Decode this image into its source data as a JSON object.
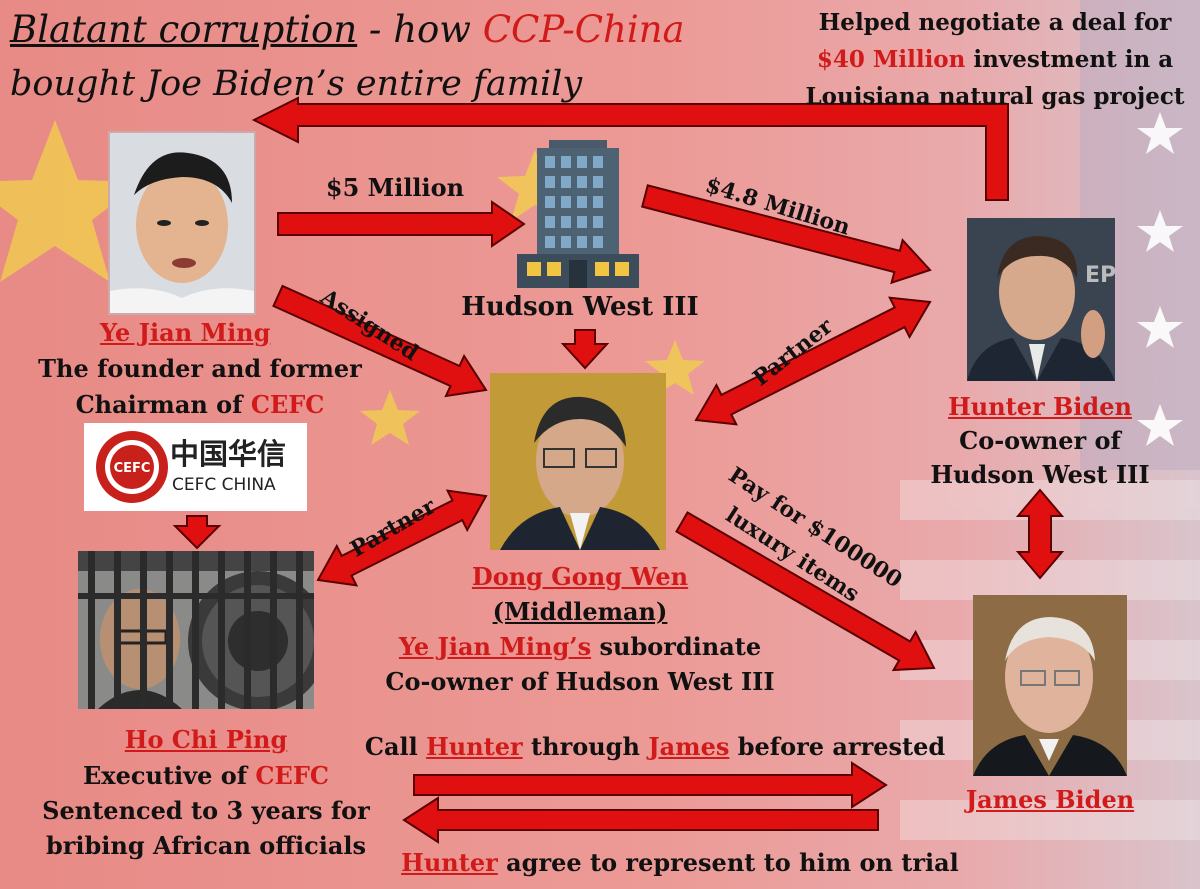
{
  "title": {
    "part1": "Blatant corruption",
    "part2": " - how ",
    "part3": "CCP-China",
    "line2": "bought Joe Biden’s entire family"
  },
  "top_right": {
    "line1": "Helped negotiate a deal for",
    "amount": "$40 Million",
    "line2_rest": " investment in a",
    "line3": "Louisiana natural gas project"
  },
  "edges": {
    "five_million": "$5 Million",
    "four_eight_million": "$4.8 Million",
    "assigned": "Assigned",
    "partner_hunter": "Partner",
    "partner_ho": "Partner",
    "pay_line1": "Pay for $100000",
    "pay_line2": "luxury items"
  },
  "hudson": {
    "label": "Hudson West III"
  },
  "ye": {
    "name": "Ye Jian Ming",
    "desc1": "The founder and former",
    "desc2_pre": "Chairman of ",
    "desc2_red": "CEFC"
  },
  "cefc_logo": {
    "cn": "中国华信",
    "en": "CEFC CHINA",
    "badge": "CEFC"
  },
  "dong": {
    "name": "Dong Gong Wen",
    "role": "(Middleman)",
    "sub_name": "Ye Jian Ming’s",
    "sub_rest": " subordinate",
    "co": "Co-owner of Hudson West III"
  },
  "hunter": {
    "name": "Hunter Biden",
    "desc1": "Co-owner of",
    "desc2": "Hudson West III"
  },
  "ho": {
    "name": "Ho Chi Ping",
    "desc1_pre": "Executive of ",
    "desc1_red": "CEFC",
    "desc2": "Sentenced to 3 years for",
    "desc3": "bribing African officials"
  },
  "james": {
    "name": "James Biden"
  },
  "bottom": {
    "call_1": "Call ",
    "call_hunter": "Hunter",
    "call_2": " through ",
    "call_james": "James",
    "call_3": " before arrested",
    "agree_hunter": "Hunter",
    "agree_rest": " agree to represent to him on trial"
  },
  "colors": {
    "arrow": "#e01010",
    "accent_red": "#d11a1a",
    "china_red": "#d94a4a",
    "star_yellow": "#f2d14a"
  }
}
